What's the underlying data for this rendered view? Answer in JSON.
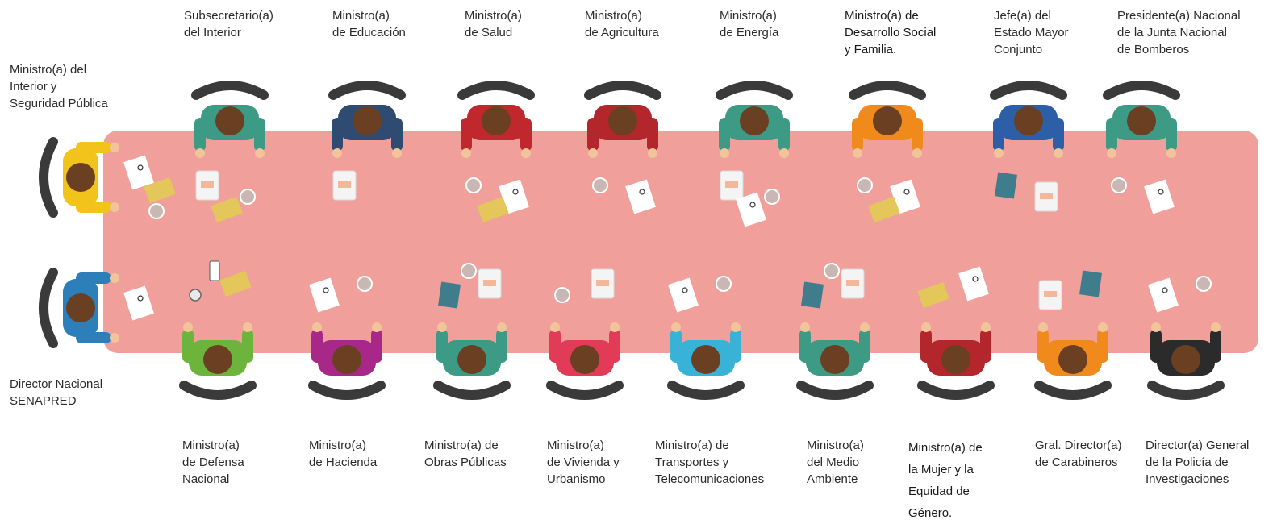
{
  "colors": {
    "table": "#f19f9a",
    "chair": "#3a3a3a",
    "hair": "#6b3f22",
    "skin": "#f1c49a",
    "paper": "#ffffff",
    "folder": "#e3c75a",
    "book": "#3f7d8c",
    "cup": "#c8b7b2"
  },
  "labels": {
    "head_top": "Ministro(a) del\nInterior y\nSeguridad Pública",
    "head_bottom": "Director Nacional\nSENAPRED",
    "top": [
      "Subsecretario(a)\ndel Interior",
      "Ministro(a)\nde Educación",
      "Ministro(a)\nde Salud",
      "Ministro(a)\nde Agricultura",
      "Ministro(a)\nde Energía",
      "Ministro(a) de\nDesarrollo Social\ny Familia.",
      "Jefe(a) del\nEstado Mayor\nConjunto",
      "Presidente(a) Nacional\nde la Junta Nacional\nde Bomberos"
    ],
    "bottom": [
      "Ministro(a)\nde Defensa\nNacional",
      "Ministro(a)\nde Hacienda",
      "Ministro(a) de\nObras Públicas",
      "Ministro(a)\nde Vivienda y\nUrbanismo",
      "Ministro(a) de\nTransportes y\nTelecomunicaciones",
      "Ministro(a)\ndel Medio\nAmbiente",
      "Ministro(a) de\nla Mujer y la\nEquidad de\nGénero.",
      "Gral. Director(a)\nde Carabineros",
      "Director(a) General\nde la Policía de\nInvestigaciones"
    ]
  },
  "people": {
    "top": [
      {
        "shirt": "#3d9a84",
        "items": [
          "tablet",
          "cup",
          "folder"
        ]
      },
      {
        "shirt": "#2f4b72",
        "items": [
          "tablet"
        ]
      },
      {
        "shirt": "#c0282e",
        "items": [
          "cup",
          "paper",
          "folder"
        ]
      },
      {
        "shirt": "#b3262b",
        "items": [
          "cup",
          "paper"
        ]
      },
      {
        "shirt": "#3d9a84",
        "items": [
          "tablet",
          "cup",
          "paper"
        ]
      },
      {
        "shirt": "#f08a1c",
        "items": [
          "cup",
          "paper",
          "folder"
        ]
      },
      {
        "shirt": "#2d5fa8",
        "items": [
          "book",
          "tablet"
        ]
      },
      {
        "shirt": "#3d9a84",
        "items": [
          "cup",
          "paper"
        ]
      }
    ],
    "bottom": [
      {
        "shirt": "#6db43c",
        "items": [
          "magnifier",
          "folder",
          "phone"
        ]
      },
      {
        "shirt": "#a8288a",
        "items": [
          "paper",
          "cup"
        ]
      },
      {
        "shirt": "#3d9a84",
        "items": [
          "book",
          "tablet",
          "cup"
        ]
      },
      {
        "shirt": "#e23b58",
        "items": [
          "cup",
          "tablet"
        ]
      },
      {
        "shirt": "#38b2d6",
        "items": [
          "paper",
          "cup"
        ]
      },
      {
        "shirt": "#3d9a84",
        "items": [
          "book",
          "tablet",
          "cup"
        ]
      },
      {
        "shirt": "#b3262b",
        "items": [
          "folder",
          "paper"
        ]
      },
      {
        "shirt": "#f08a1c",
        "items": [
          "tablet",
          "book"
        ]
      },
      {
        "shirt": "#2b2b2b",
        "items": [
          "paper",
          "cup"
        ]
      }
    ],
    "head_top": {
      "shirt": "#f2c31b",
      "items": [
        "paper",
        "folder",
        "cup"
      ]
    },
    "head_bottom": {
      "shirt": "#2c7fb8",
      "items": [
        "paper"
      ]
    }
  }
}
